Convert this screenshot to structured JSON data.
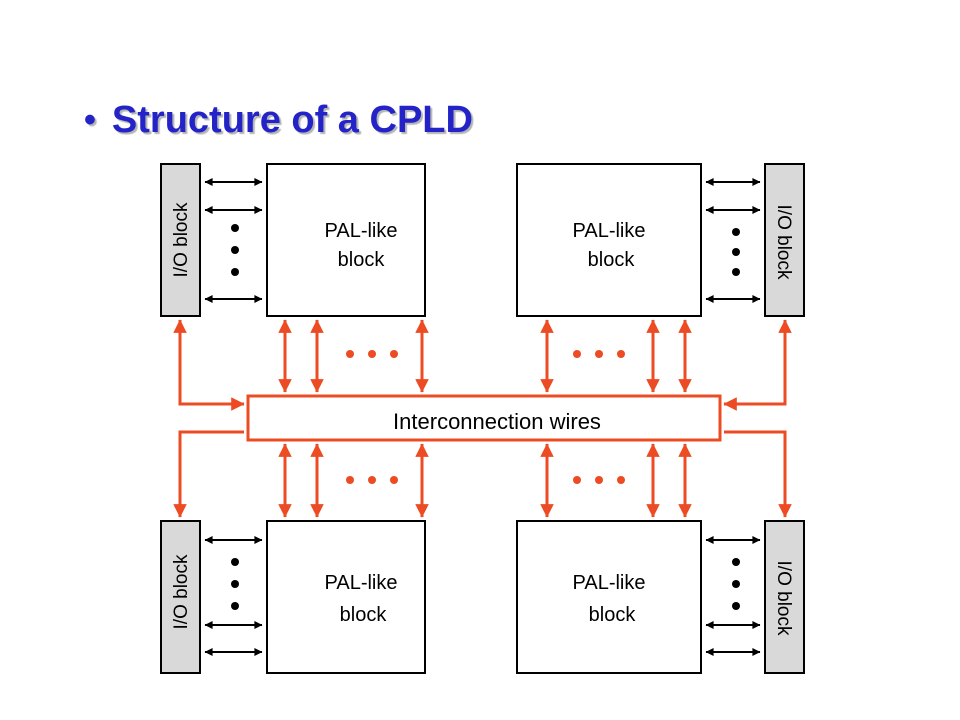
{
  "slide": {
    "bullet": "•",
    "title": "Structure of a CPLD"
  },
  "diagram": {
    "pal_block_line1": "PAL-like",
    "pal_block_line2": "block",
    "io_block_label": "I/O block",
    "interconnect_label": "Interconnection wires",
    "colors": {
      "wire": "#ec4b23",
      "local": "#000000",
      "io_fill": "#d9d9d9",
      "title": "#2323c8"
    }
  }
}
